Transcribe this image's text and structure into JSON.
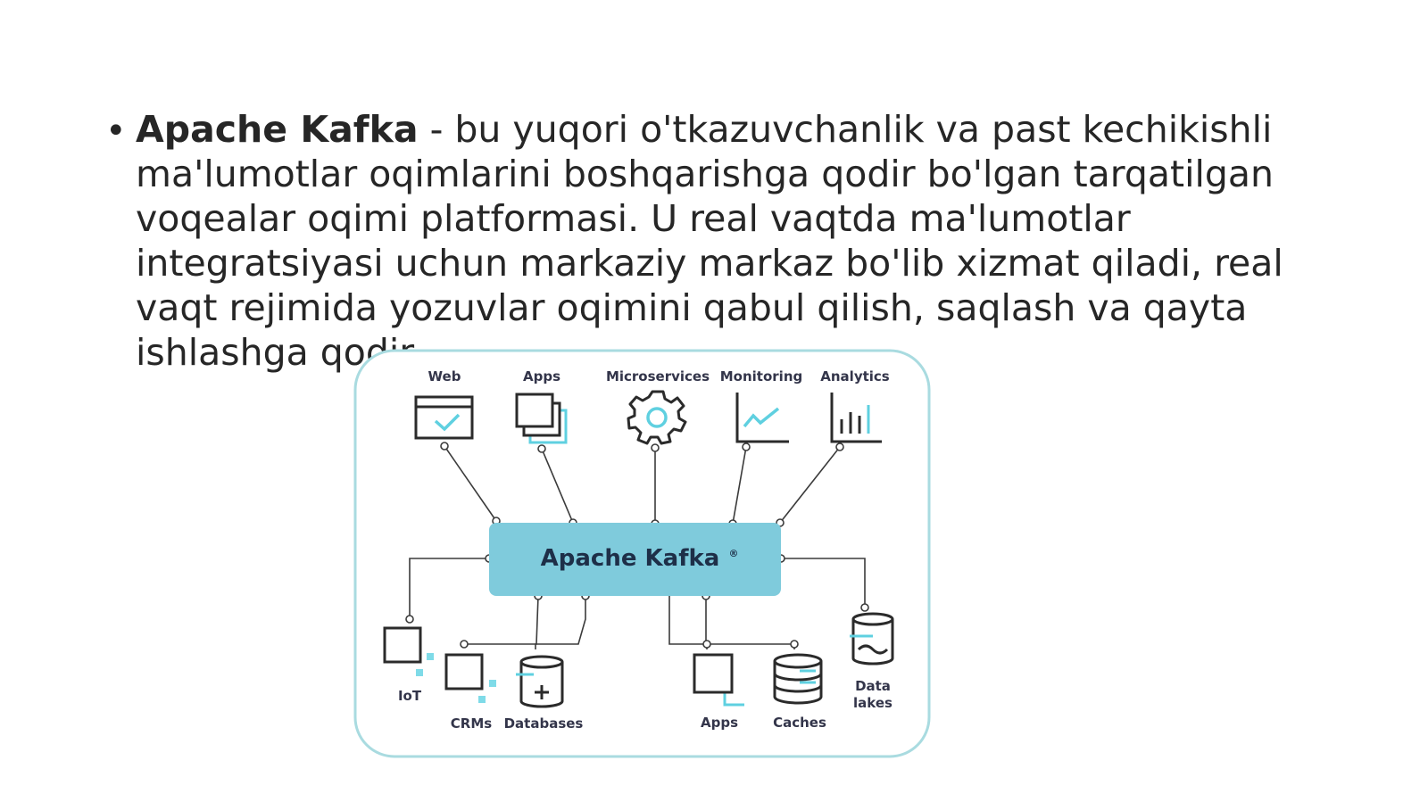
{
  "bullet": {
    "title": "Apache Kafka",
    "text": " - bu yuqori o'tkazuvchanlik va past kechikishli ma'lumotlar oqimlarini boshqarishga qodir bo'lgan tarqatilgan voqealar oqimi platformasi. U real vaqtda ma'lumotlar integratsiyasi uchun markaziy markaz bo'lib xizmat qiladi, real vaqt rejimida yozuvlar oqimini qabul qilish, saqlash va qayta ishlashga qodir."
  },
  "diagram": {
    "center_label": "Apache Kafka",
    "center_mark": "®",
    "top_nodes": [
      "Web",
      "Apps",
      "Microservices",
      "Monitoring",
      "Analytics"
    ],
    "bottom_nodes": [
      "IoT",
      "CRMs",
      "Databases",
      "Apps",
      "Caches",
      "Data lakes"
    ],
    "colors": {
      "frame": "#a9dbe0",
      "hub": "#7fcbdc",
      "accent": "#5fd0e0",
      "line": "#3b3b3b"
    }
  }
}
